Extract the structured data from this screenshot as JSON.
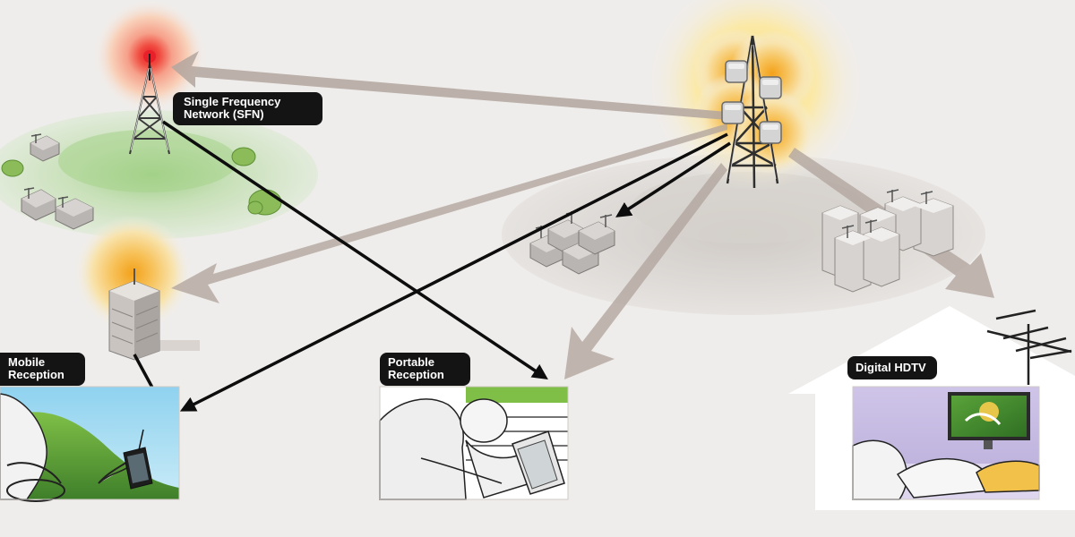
{
  "labels": {
    "sfn": "Single Frequency\nNetwork (SFN)",
    "mobile": "Mobile\nReception",
    "portable": "Portable\nReception",
    "hdtv": "Digital HDTV"
  },
  "colors": {
    "background": "#efedeb",
    "label_bg": "#141414",
    "label_text": "#ffffff",
    "broadcast_arrow": "#b3a69f",
    "signal_arrow": "#0d0d0d",
    "signal_red": "#e8202a",
    "signal_orange": "#f4a11c",
    "coverage_green": "#c8dfb8"
  }
}
